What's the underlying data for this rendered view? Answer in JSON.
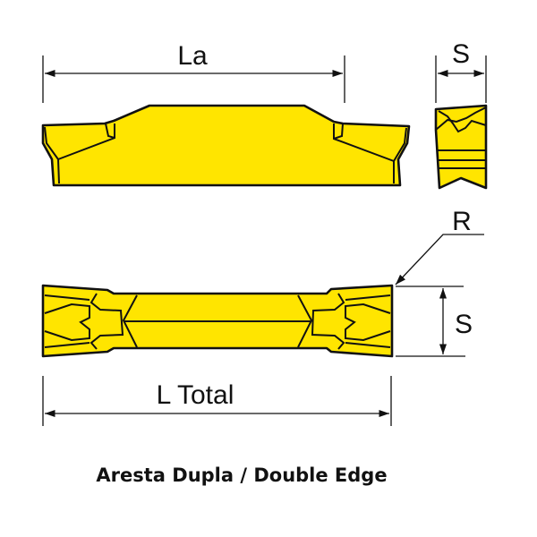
{
  "labels": {
    "la": "La",
    "s_top": "S",
    "r": "R",
    "s_right": "S",
    "l_total": "L Total"
  },
  "caption": "Aresta Dupla / Double Edge",
  "colors": {
    "insert": "#FFE500",
    "outline": "#111111"
  }
}
